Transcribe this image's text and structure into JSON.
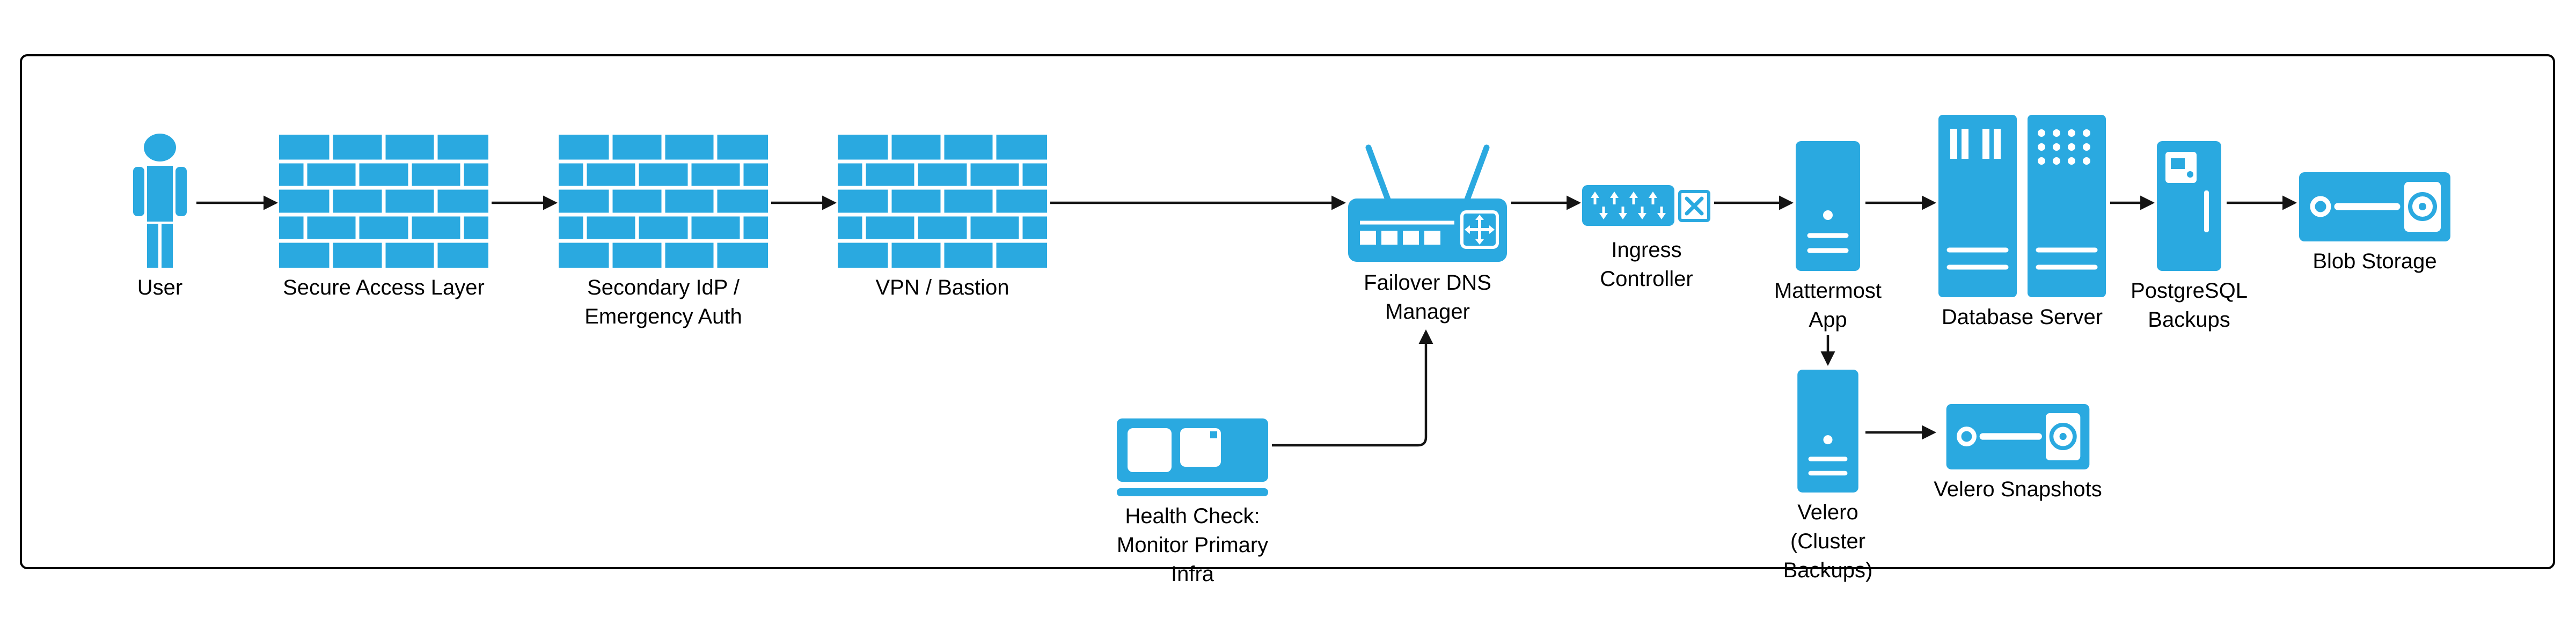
{
  "diagram": {
    "type": "architecture-flow",
    "accent_color": "#2AA9E0",
    "edge_color": "#141414",
    "nodes": [
      {
        "id": "user",
        "icon": "user-icon",
        "lines": [
          "User"
        ]
      },
      {
        "id": "secure-access-layer",
        "icon": "firewall-icon",
        "lines": [
          "Secure Access Layer"
        ]
      },
      {
        "id": "secondary-idp",
        "icon": "firewall-icon",
        "lines": [
          "Secondary IdP /",
          "Emergency Auth"
        ]
      },
      {
        "id": "vpn-bastion",
        "icon": "firewall-icon",
        "lines": [
          "VPN / Bastion"
        ]
      },
      {
        "id": "failover-dns",
        "icon": "wireless-router-icon",
        "lines": [
          "Failover DNS",
          "Manager"
        ]
      },
      {
        "id": "ingress-controller",
        "icon": "switch-icon",
        "lines": [
          "Ingress",
          "Controller"
        ]
      },
      {
        "id": "mattermost-app",
        "icon": "server-tower-icon",
        "lines": [
          "Mattermost",
          "App"
        ]
      },
      {
        "id": "database-server",
        "icon": "rack-server-icon",
        "lines": [
          "Database Server"
        ]
      },
      {
        "id": "postgresql-backups",
        "icon": "backup-server-icon",
        "lines": [
          "PostgreSQL",
          "Backups"
        ]
      },
      {
        "id": "blob-storage",
        "icon": "tape-storage-icon",
        "lines": [
          "Blob Storage"
        ]
      },
      {
        "id": "health-check",
        "icon": "monitor-icon",
        "lines": [
          "Health Check:",
          "Monitor Primary",
          "Infra"
        ]
      },
      {
        "id": "velero",
        "icon": "server-tower-icon",
        "lines": [
          "Velero",
          "(Cluster",
          "Backups)"
        ]
      },
      {
        "id": "velero-snapshots",
        "icon": "tape-storage-icon",
        "lines": [
          "Velero Snapshots"
        ]
      }
    ],
    "edges": [
      {
        "from": "user",
        "to": "secure-access-layer"
      },
      {
        "from": "secure-access-layer",
        "to": "secondary-idp"
      },
      {
        "from": "secondary-idp",
        "to": "vpn-bastion"
      },
      {
        "from": "vpn-bastion",
        "to": "failover-dns"
      },
      {
        "from": "failover-dns",
        "to": "ingress-controller"
      },
      {
        "from": "ingress-controller",
        "to": "mattermost-app"
      },
      {
        "from": "mattermost-app",
        "to": "database-server"
      },
      {
        "from": "database-server",
        "to": "postgresql-backups"
      },
      {
        "from": "postgresql-backups",
        "to": "blob-storage"
      },
      {
        "from": "health-check",
        "to": "failover-dns"
      },
      {
        "from": "mattermost-app",
        "to": "velero"
      },
      {
        "from": "velero",
        "to": "velero-snapshots"
      }
    ]
  }
}
